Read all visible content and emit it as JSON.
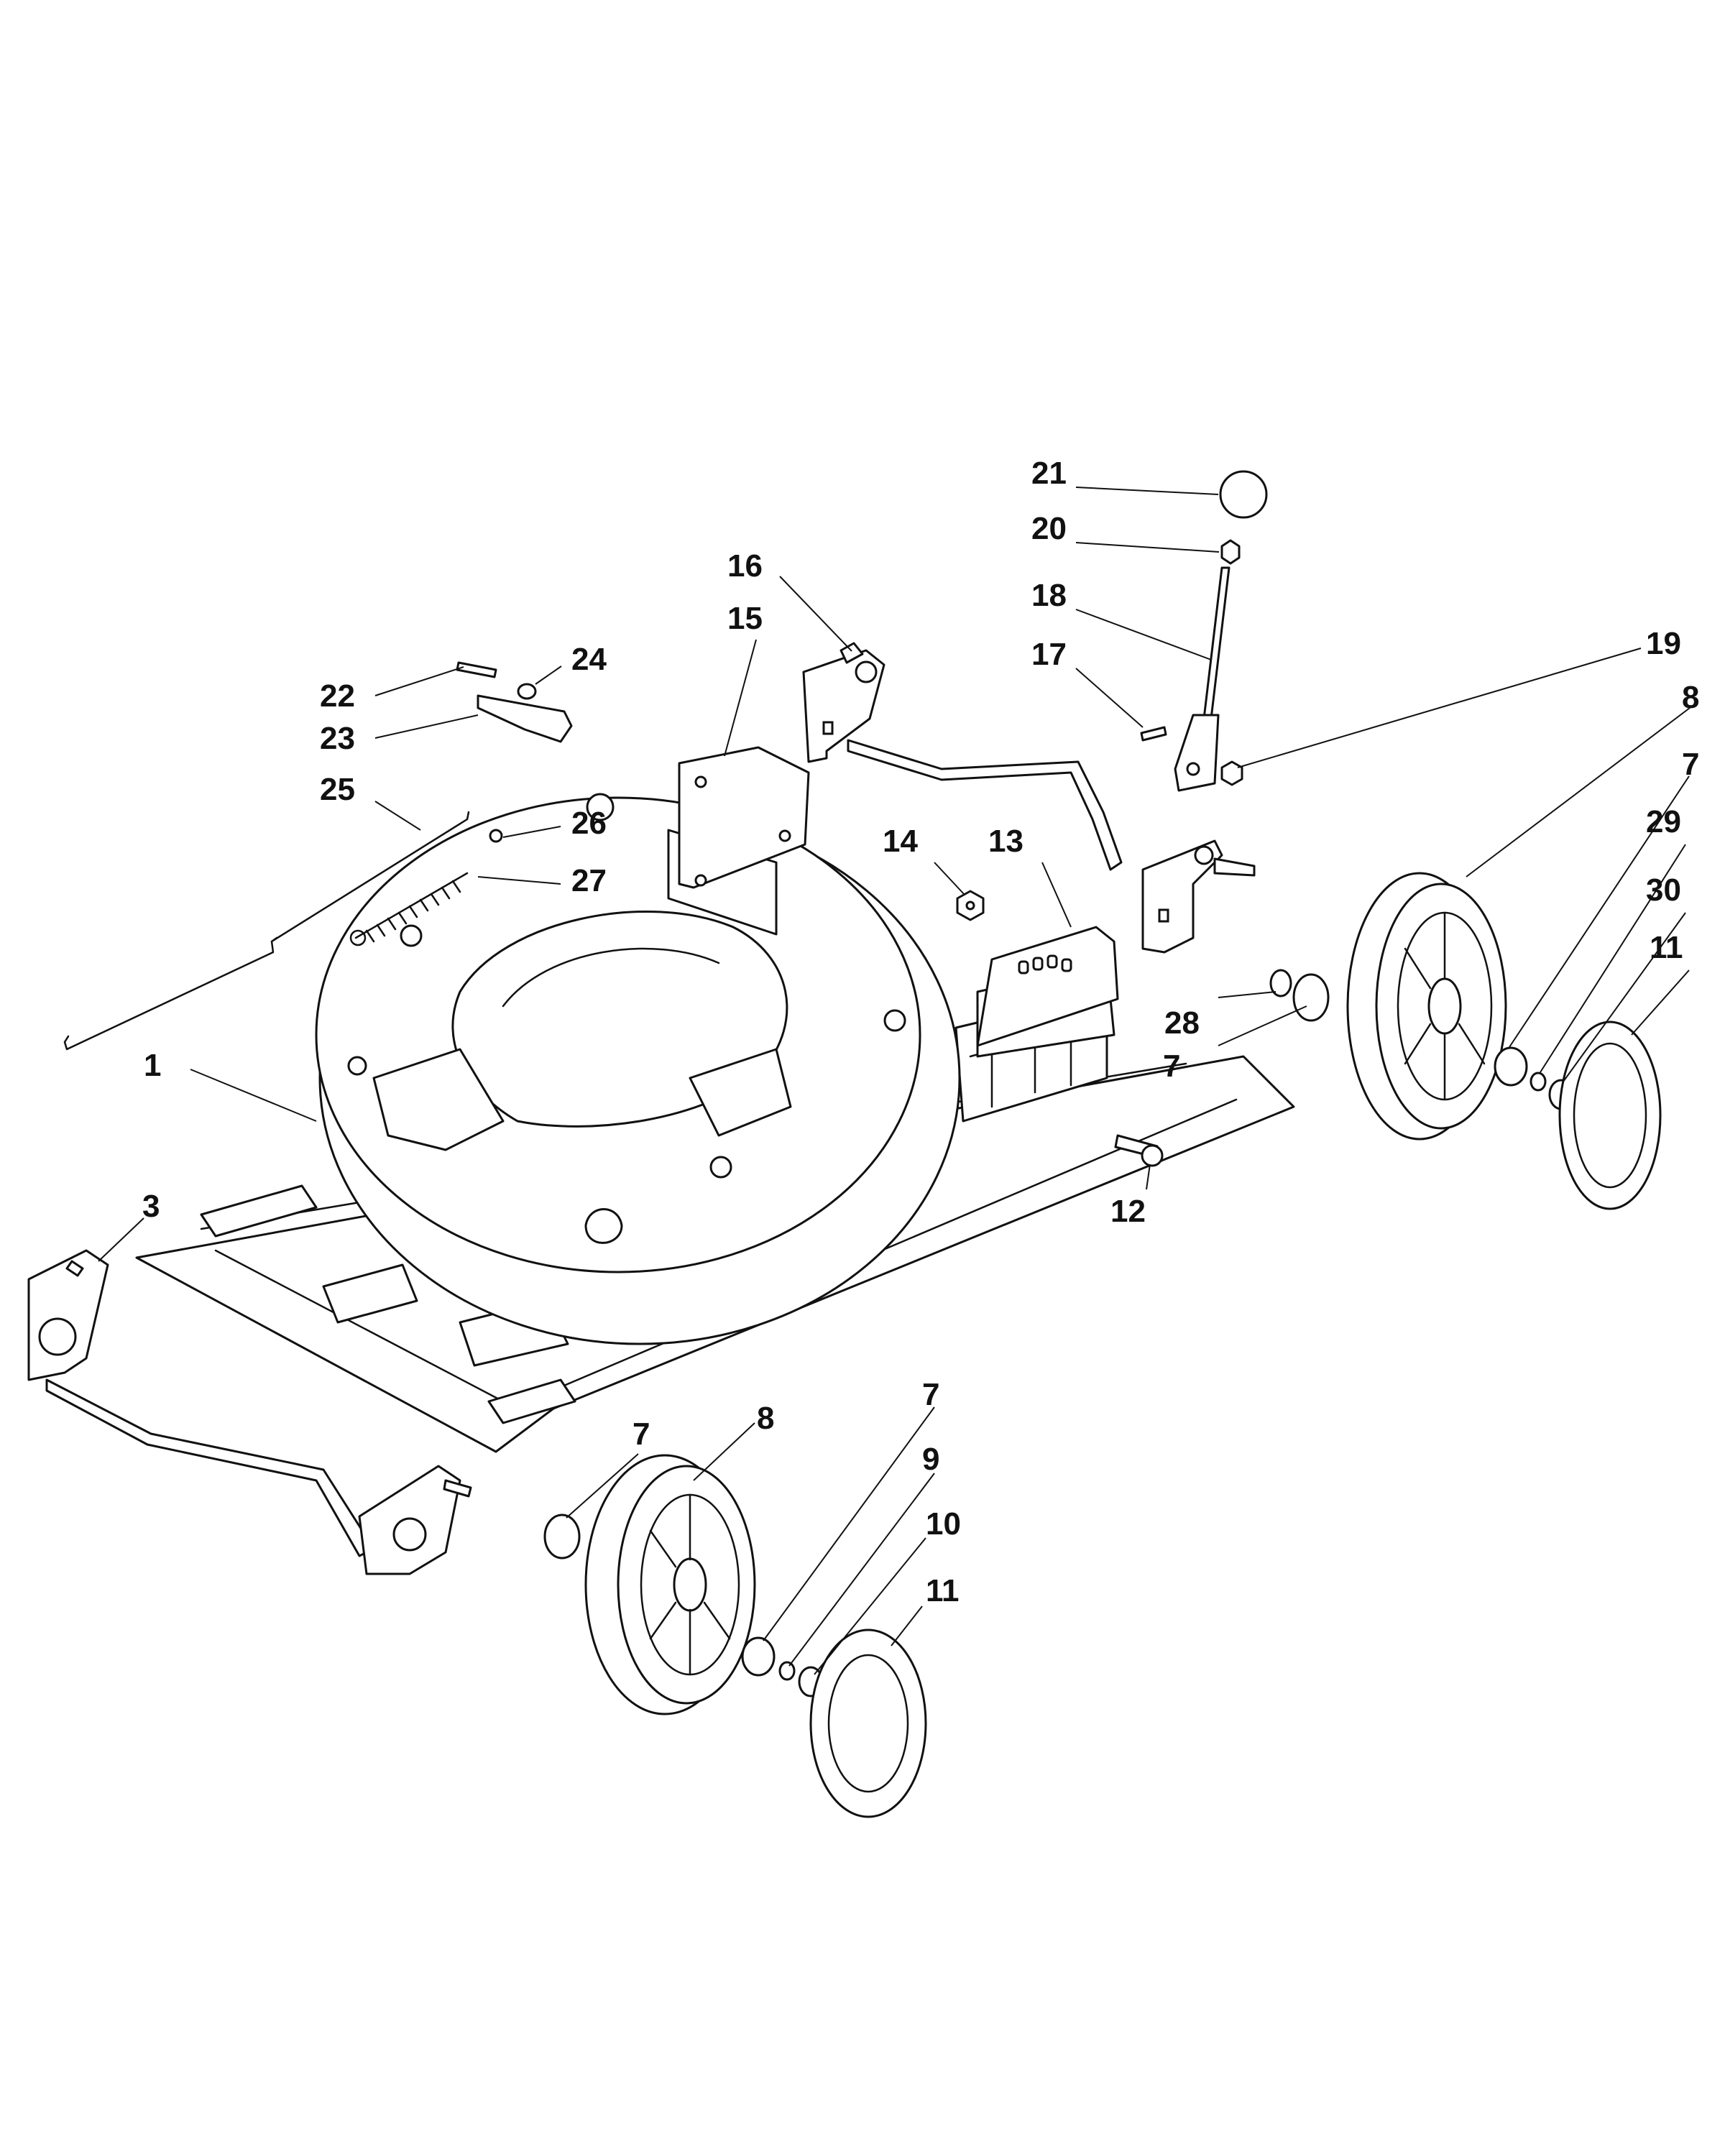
{
  "diagram": {
    "callouts": [
      {
        "id": "c21",
        "label": "21"
      },
      {
        "id": "c20",
        "label": "20"
      },
      {
        "id": "c16",
        "label": "16"
      },
      {
        "id": "c18",
        "label": "18"
      },
      {
        "id": "c15",
        "label": "15"
      },
      {
        "id": "c24",
        "label": "24"
      },
      {
        "id": "c17",
        "label": "17"
      },
      {
        "id": "c19",
        "label": "19"
      },
      {
        "id": "c22",
        "label": "22"
      },
      {
        "id": "c8a",
        "label": "8"
      },
      {
        "id": "c23",
        "label": "23"
      },
      {
        "id": "c7a",
        "label": "7"
      },
      {
        "id": "c25",
        "label": "25"
      },
      {
        "id": "c26",
        "label": "26"
      },
      {
        "id": "c29",
        "label": "29"
      },
      {
        "id": "c14",
        "label": "14"
      },
      {
        "id": "c13",
        "label": "13"
      },
      {
        "id": "c27",
        "label": "27"
      },
      {
        "id": "c30",
        "label": "30"
      },
      {
        "id": "c11a",
        "label": "11"
      },
      {
        "id": "c28",
        "label": "28"
      },
      {
        "id": "c7b",
        "label": "7"
      },
      {
        "id": "c1",
        "label": "1"
      },
      {
        "id": "c3",
        "label": "3"
      },
      {
        "id": "c12",
        "label": "12"
      },
      {
        "id": "c7c",
        "label": "7"
      },
      {
        "id": "c7d",
        "label": "7"
      },
      {
        "id": "c8b",
        "label": "8"
      },
      {
        "id": "c9",
        "label": "9"
      },
      {
        "id": "c10",
        "label": "10"
      },
      {
        "id": "c11b",
        "label": "11"
      }
    ]
  }
}
